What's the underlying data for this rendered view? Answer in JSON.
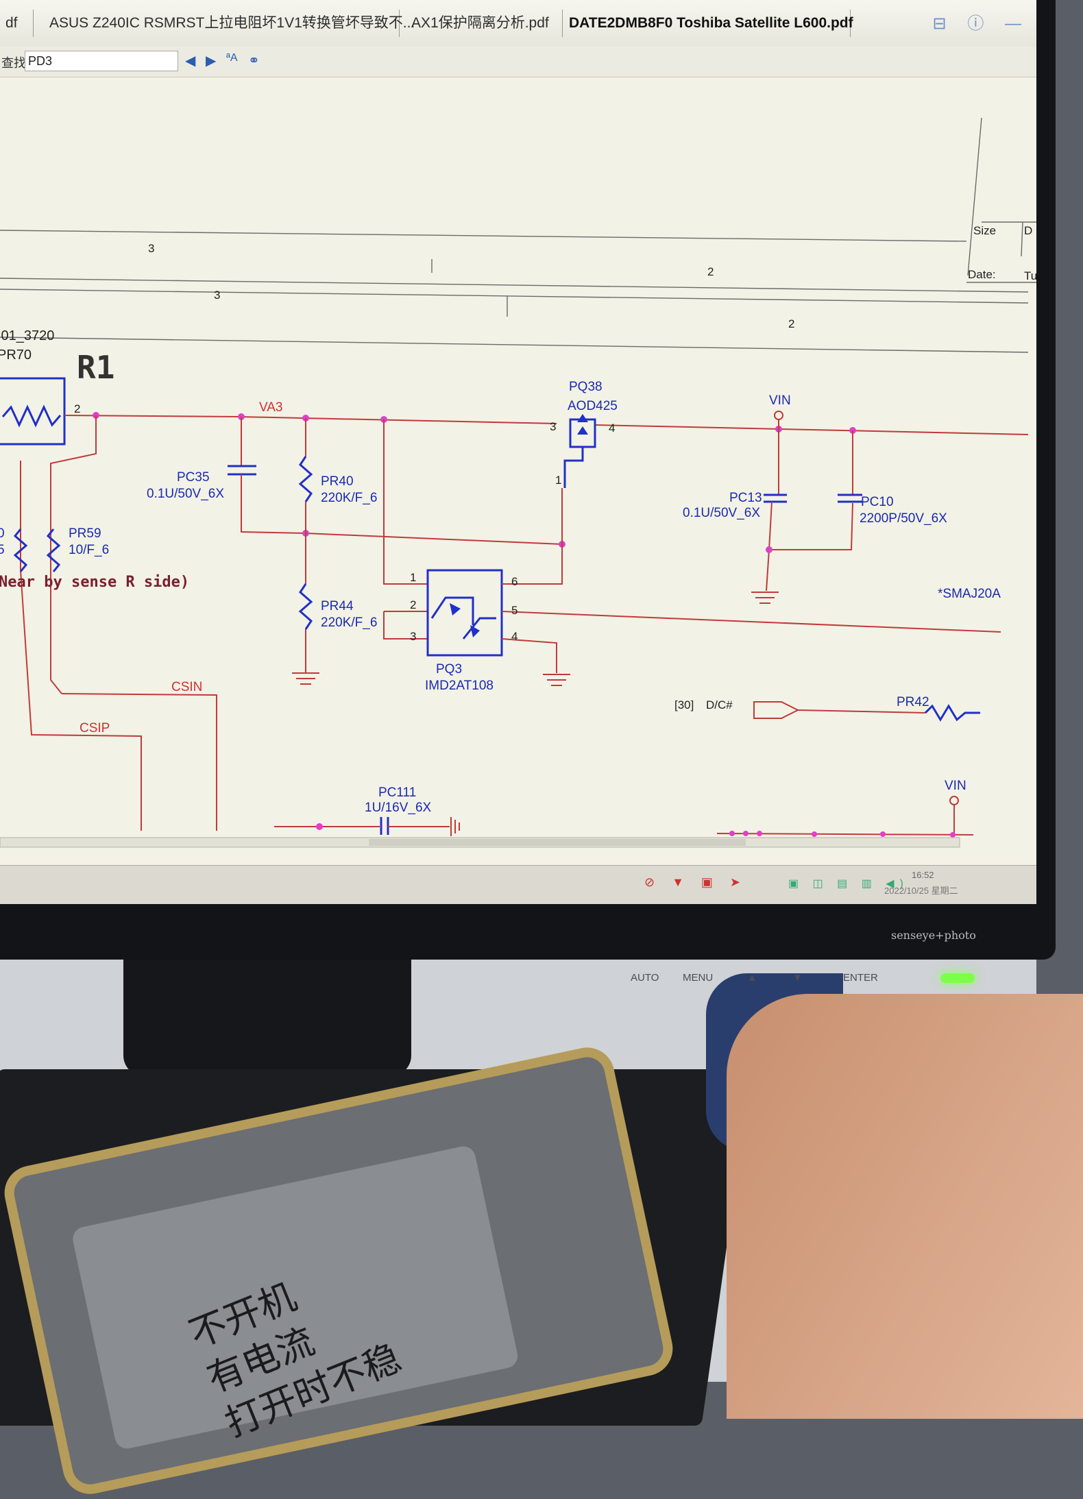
{
  "tabs": [
    {
      "label": "df"
    },
    {
      "label": "ASUS Z240IC RSMRST上拉电阻坏1V1转换管坏导致不..."
    },
    {
      "label": "AX1保护隔离分析.pdf"
    },
    {
      "label": "DATE2DMB8F0 Toshiba Satellite L600.pdf"
    }
  ],
  "search": {
    "label": "查找:",
    "value": "PD3"
  },
  "schematic": {
    "frame_numbers": {
      "top_left": "3",
      "top_right": "2",
      "mid_left": "3",
      "mid_right": "2"
    },
    "title_block": {
      "size": "Size",
      "date": "Date:",
      "size_value": "D",
      "date_value": "Tu"
    },
    "resistor_value": ".01_3720",
    "pr70": "PR70",
    "r1": "R1",
    "pin2": "2",
    "va3": "VA3",
    "pc35": {
      "name": "PC35",
      "value": "0.1U/50V_6X"
    },
    "pr40": {
      "name": "PR40",
      "value": "220K/F_6"
    },
    "pr44": {
      "name": "PR44",
      "value": "220K/F_6"
    },
    "pr59": {
      "name": "PR59",
      "value": "10/F_6"
    },
    "left_pr": {
      "name": "0",
      "value": "5"
    },
    "note": "Near by sense R side)",
    "pq38": {
      "name": "PQ38",
      "part": "AOD425",
      "pin3": "3",
      "pin4": "4",
      "pin1": "1"
    },
    "vin_top": "VIN",
    "pc13": {
      "name": "PC13",
      "value": "0.1U/50V_6X"
    },
    "pc10": {
      "name": "PC10",
      "value": "2200P/50V_6X"
    },
    "smaj": "*SMAJ20A",
    "pq3": {
      "name": "PQ3",
      "part": "IMD2AT108",
      "pins": [
        "1",
        "2",
        "3",
        "4",
        "5",
        "6"
      ]
    },
    "csin": "CSIN",
    "csip": "CSIP",
    "dc_ref": "[30]",
    "dc_net": "D/C#",
    "pr42": "PR42",
    "pc111": {
      "name": "PC111",
      "value": "1U/16V_6X"
    },
    "vin_bottom": "VIN"
  },
  "taskbar": {
    "time": "16:52",
    "date": "2022/10/25 星期二"
  },
  "monitor": {
    "brand": "senseye+photo",
    "buttons": [
      "AUTO",
      "MENU",
      "▲",
      "▼",
      "ENTER"
    ],
    "power_color": "#7dff4a"
  },
  "handwriting": [
    "不开机",
    "有电流",
    "打开时不稳"
  ]
}
